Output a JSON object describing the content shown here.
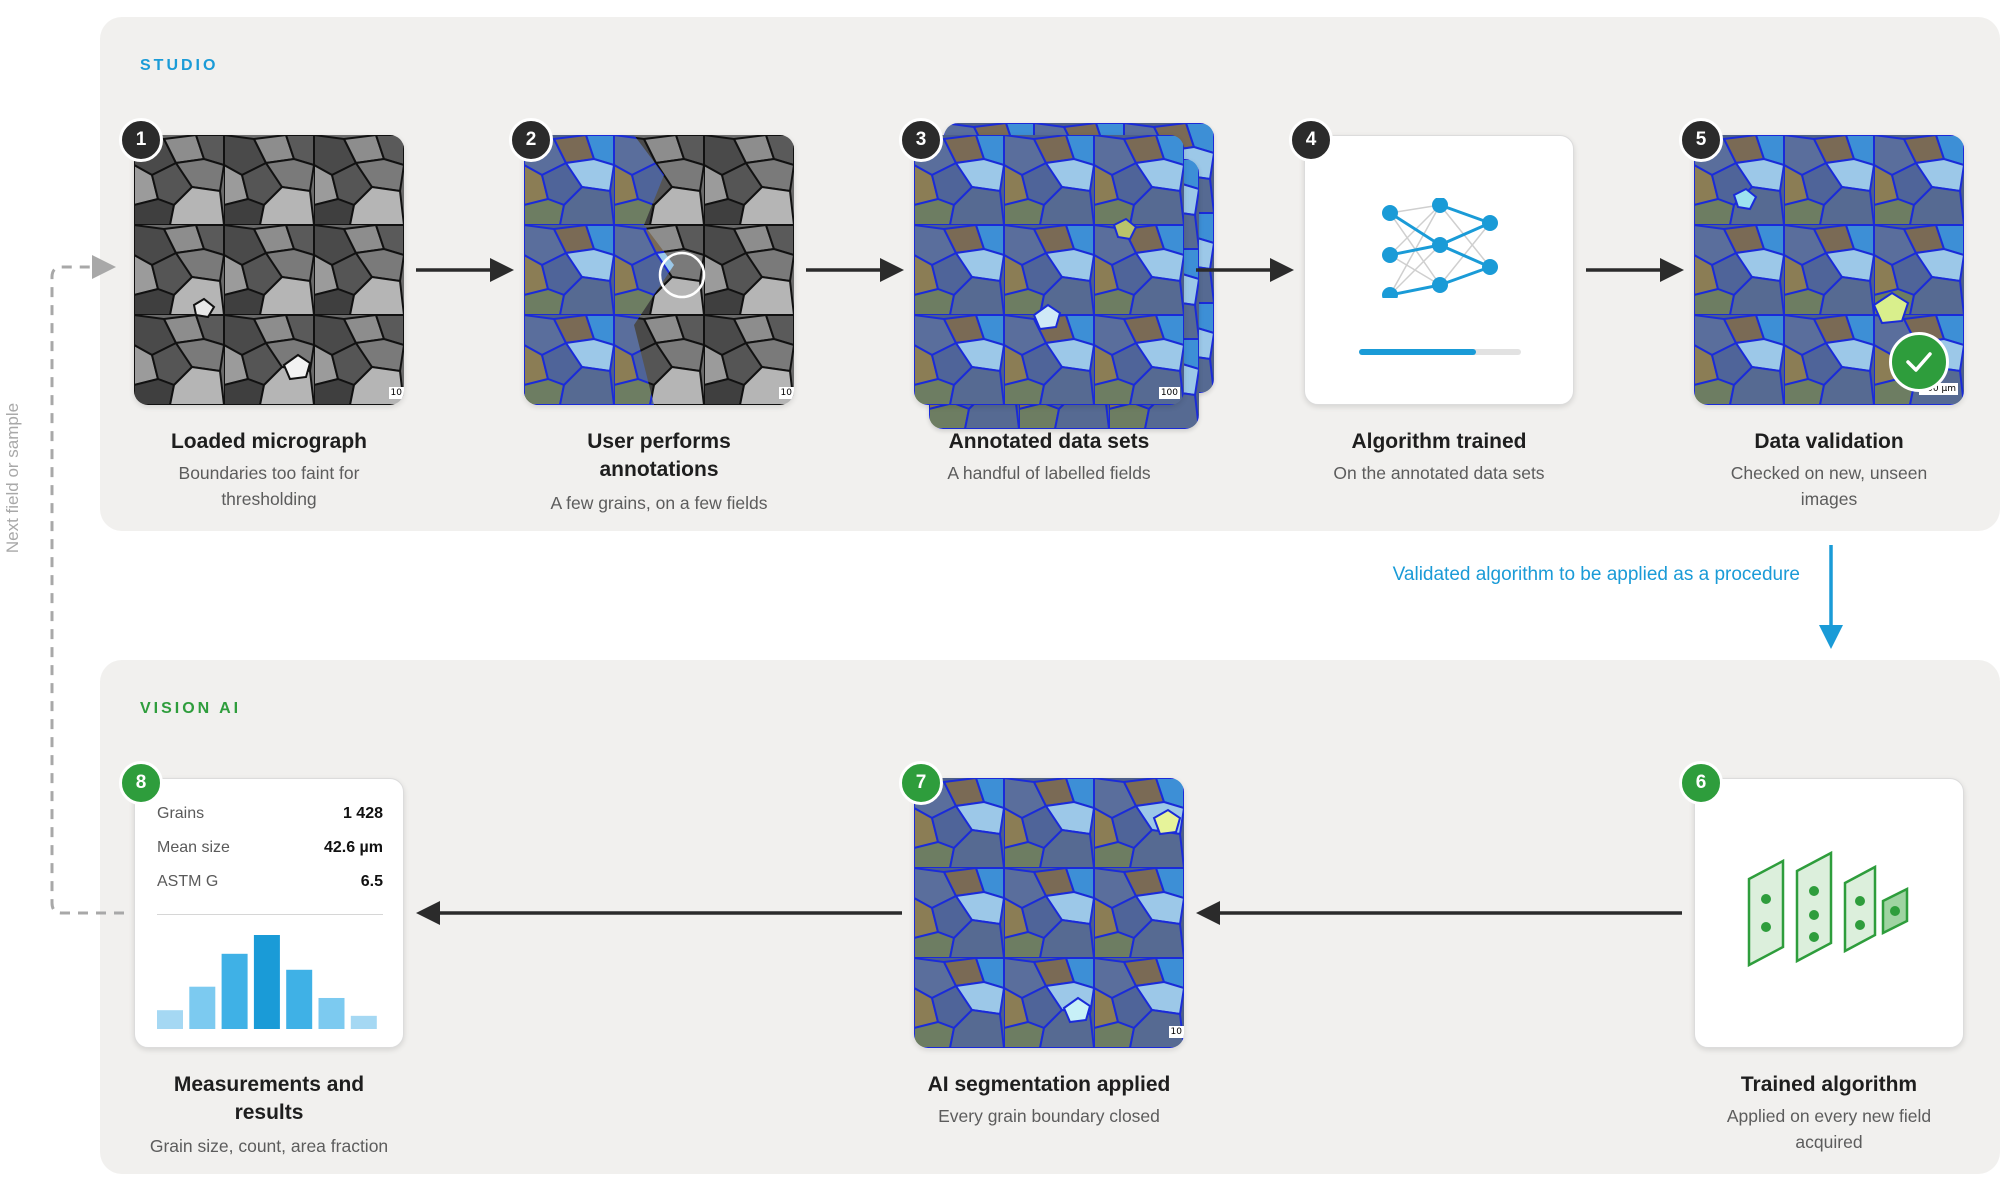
{
  "sections": {
    "studio": "STUDIO",
    "vision": "VISION AI"
  },
  "steps": [
    {
      "num": "1",
      "title": "Loaded micrograph",
      "subtitle": "Boundaries too faint for thresholding"
    },
    {
      "num": "2",
      "title": "User performs annotations",
      "subtitle": "A few grains, on a few fields"
    },
    {
      "num": "3",
      "title": "Annotated data sets",
      "subtitle": "A handful of labelled fields"
    },
    {
      "num": "4",
      "title": "Algorithm trained",
      "subtitle": "On the annotated data sets"
    },
    {
      "num": "5",
      "title": "Data validation",
      "subtitle": "Checked on new, unseen images"
    },
    {
      "num": "6",
      "title": "Trained algorithm",
      "subtitle": "Applied on every new field acquired"
    },
    {
      "num": "7",
      "title": "AI segmentation applied",
      "subtitle": "Every grain boundary closed"
    },
    {
      "num": "8",
      "title": "Measurements and results",
      "subtitle": "Grain size, count, area fraction"
    }
  ],
  "loop_label": "Next field or sample",
  "transfer_note": "Validated algorithm to be applied as a procedure",
  "scale_labels": {
    "short": "10",
    "short100": "100",
    "full": "100 µm"
  },
  "training_progress": 0.72,
  "results": {
    "rows": [
      {
        "key": "Grains",
        "value": "1 428"
      },
      {
        "key": "Mean size",
        "value": "42.6 µm"
      },
      {
        "key": "ASTM G",
        "value": "6.5"
      }
    ],
    "histogram": [
      0.2,
      0.45,
      0.8,
      1.0,
      0.63,
      0.33,
      0.14
    ]
  },
  "colors": {
    "studio": "#1a9bd7",
    "vision": "#2e9d3c",
    "dark": "#2b2b2b",
    "boundary": "#1a2bd8"
  }
}
